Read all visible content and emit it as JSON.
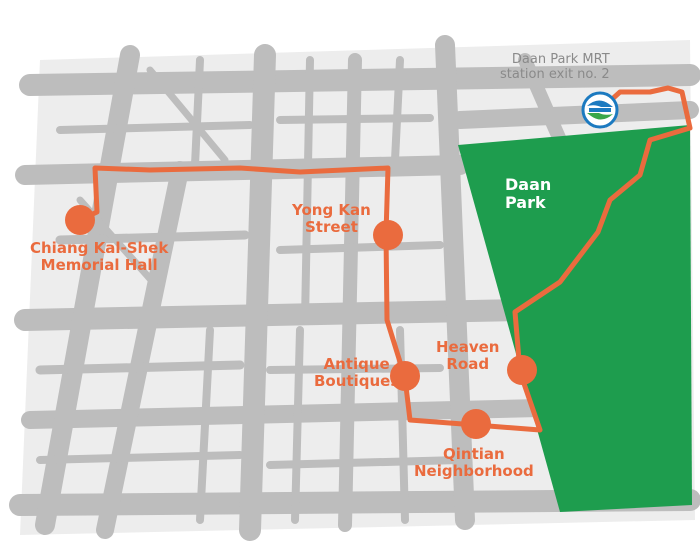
{
  "map": {
    "colors": {
      "route": "#ea6b3e",
      "park": "#1e9d4e",
      "streets": "#bdbdbd",
      "blocks": "#ededed",
      "mrt_blue": "#1c7ac0",
      "mrt_green": "#3aa74a"
    },
    "park": {
      "name_line1": "Daan",
      "name_line2": "Park"
    },
    "mrt": {
      "line1": "Daan Park MRT",
      "line2": "station exit no. 2",
      "icon": "mrt-station-icon"
    },
    "stops": [
      {
        "id": "chiang-kai-shek-memorial-hall",
        "line1": "Chiang Kal-Shek",
        "line2": "Memorial Hall"
      },
      {
        "id": "yong-kan-street",
        "line1": "Yong Kan",
        "line2": "Street"
      },
      {
        "id": "antique-boutiques",
        "line1": "Antique",
        "line2": "Boutiques"
      },
      {
        "id": "heaven-road",
        "line1": "Heaven",
        "line2": "Road"
      },
      {
        "id": "qintian-neighborhood",
        "line1": "Qintian",
        "line2": "Neighborhood"
      }
    ]
  }
}
